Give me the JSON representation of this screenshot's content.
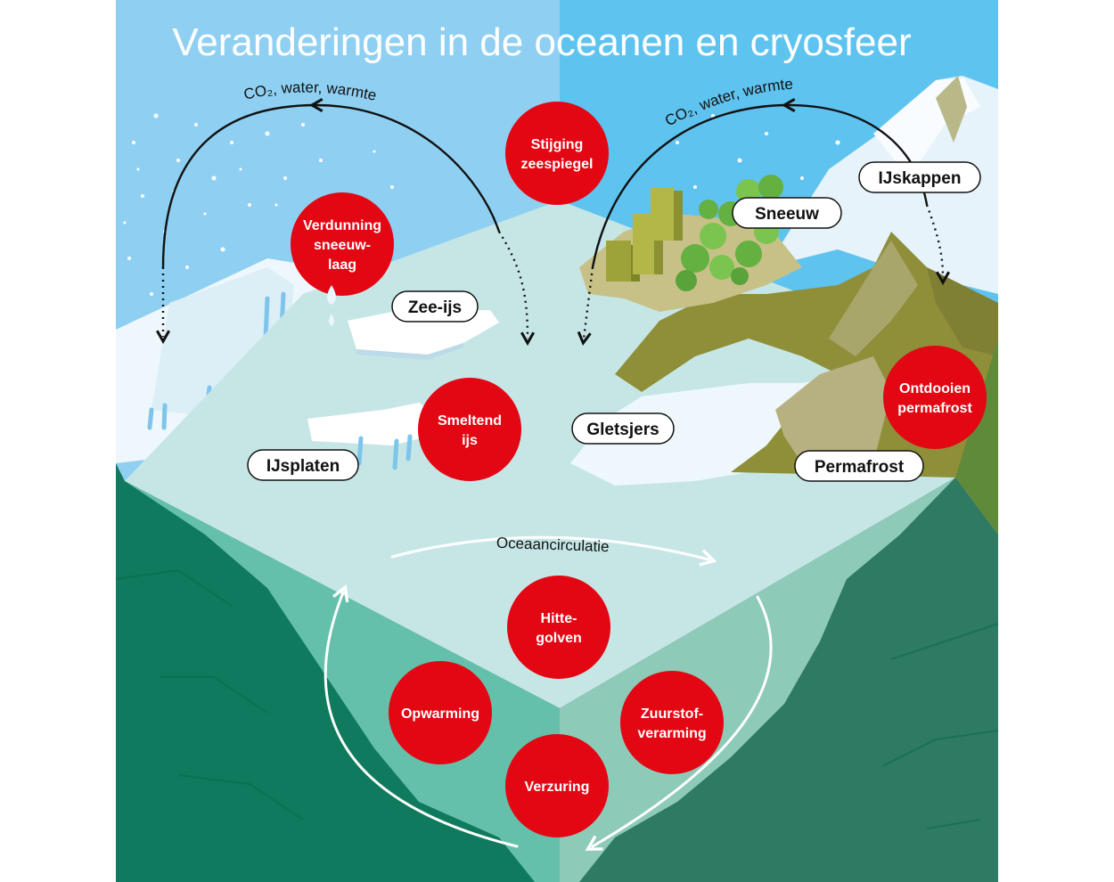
{
  "title": "Veranderingen in de oceanen en cryosfeer",
  "flows": {
    "left_arc": "CO₂, water, warmte",
    "right_arc": "CO₂, water, warmte",
    "ocean": "Oceaancirculatie"
  },
  "labels": {
    "zee_ijs": "Zee-ijs",
    "ijsplaten": "IJsplaten",
    "gletsjers": "Gletsjers",
    "sneeuw": "Sneeuw",
    "ijskappen": "IJskappen",
    "permafrost": "Permafrost"
  },
  "impacts": {
    "stijging_zeespiegel": [
      "Stijging",
      "zeespiegel"
    ],
    "verdunning_sneeuwlaag": [
      "Verdunning",
      "sneeuw-",
      "laag"
    ],
    "smeltend_ijs": [
      "Smeltend",
      "ijs"
    ],
    "ontdooien_permafrost": [
      "Ontdooien",
      "permafrost"
    ],
    "hittegolven": [
      "Hitte-",
      "golven"
    ],
    "opwarming": [
      "Opwarming"
    ],
    "zuurstofverarming": [
      "Zuurstof-",
      "verarming"
    ],
    "verzuring": [
      "Verzuring"
    ]
  },
  "colors": {
    "impact_circle": "#e30613",
    "sky_left": "#8fd0f2",
    "sky_right": "#5fc3ef",
    "ocean_surface": "#c6e6e6",
    "deep_left": "#0f7a5d",
    "deep_right": "#2e7a63",
    "land": "#8f8f3a"
  }
}
